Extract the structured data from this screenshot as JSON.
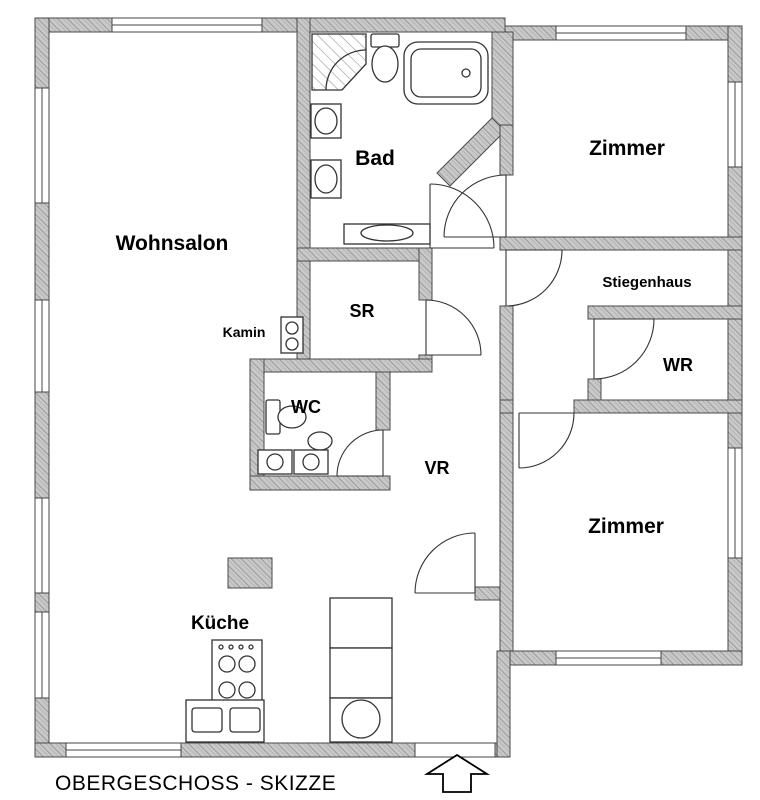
{
  "title": "OBERGESCHOSS - SKIZZE",
  "plan": {
    "rooms": {
      "wohnsalon": "Wohnsalon",
      "bad": "Bad",
      "zimmer_top": "Zimmer",
      "stiegenhaus": "Stiegenhaus",
      "wr": "WR",
      "sr": "SR",
      "kamin": "Kamin",
      "wc": "WC",
      "vr": "VR",
      "zimmer_bottom": "Zimmer",
      "kueche": "Küche"
    },
    "icons": {
      "north_arrow": "up-arrow-icon"
    },
    "colors": {
      "wall_fill": "#c9c9c9",
      "wall_hatch": "#9a9a9a",
      "line": "#333333",
      "background": "#ffffff",
      "text": "#000000"
    }
  }
}
